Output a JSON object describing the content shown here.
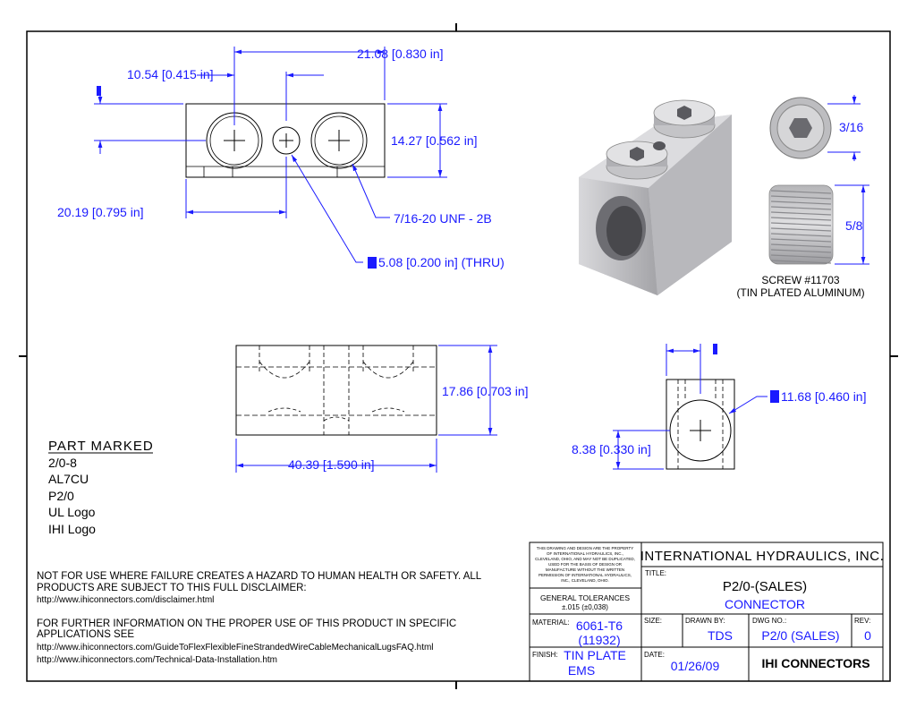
{
  "dimensions": {
    "top_width": "21.08 [0.830 in]",
    "hole_spacing": "10.54 [0.415 in]",
    "top_height": "14.27 [0.562 in]",
    "left_offset": "20.19 [0.795 in]",
    "thread": "7/16-20 UNF - 2B",
    "thru_hole": "5.08 [0.200 in] (THRU)",
    "front_height": "17.86 [0.703 in]",
    "front_length": "40.39 [1.590 in]",
    "bore_dia": "11.68 [0.460 in]",
    "bore_offset": "8.38 [0.330 in]",
    "screw_dia": "3/16",
    "screw_len": "5/8"
  },
  "screw": {
    "line1": "SCREW #11703",
    "line2": "(TIN PLATED ALUMINUM)"
  },
  "part_marked": {
    "heading": "PART MARKED",
    "lines": [
      "2/0-8",
      "AL7CU",
      "P2/0",
      "UL Logo",
      "IHI Logo"
    ]
  },
  "disclaimer": {
    "line1": "NOT FOR USE WHERE FAILURE CREATES A HAZARD TO HUMAN HEALTH OR SAFETY. ALL",
    "line2": "PRODUCTS ARE SUBJECT TO THIS FULL DISCLAIMER:",
    "url1": "http://www.ihiconnectors.com/disclaimer.html",
    "line3": "FOR FURTHER INFORMATION ON THE PROPER USE OF THIS PRODUCT IN SPECIFIC",
    "line4": "APPLICATIONS SEE",
    "url2": "http://www.ihiconnectors.com/GuideToFlexFlexibleFineStrandedWireCableMechanicalLugsFAQ.html",
    "url3": "http://www.ihiconnectors.com/Technical-Data-Installation.htm"
  },
  "title_block": {
    "proprietary": [
      "THIS DRAWING AND DESIGN ARE THE PROPERTY",
      "OF INTERNATIONAL HYDRAULICS, INC.,",
      "CLEVELAND, OHIO, AND MAY NOT BE DUPLICATED,",
      "USED FOR THE BASIS OF DESIGN OR",
      "MANUFACTURE WITHOUT THE WRITTEN",
      "PERMISSION OF INTERNATIONAL HYDRAULICS,",
      "INC., CLEVELAND, OHIO."
    ],
    "tolerances_label": "GENERAL TOLERANCES",
    "tolerances_value": "±.015 (±0,038)",
    "company": "INTERNATIONAL HYDRAULICS, INC.",
    "title_label": "TITLE:",
    "title": "P2/0-(SALES)",
    "subtitle": "CONNECTOR",
    "material_label": "MATERIAL:",
    "material": "6061-T6",
    "material_code": "(11932)",
    "size_label": "SIZE:",
    "drawn_label": "DRAWN BY:",
    "drawn_by": "TDS",
    "dwg_label": "DWG NO.:",
    "dwg_no": "P2/0 (SALES)",
    "rev_label": "REV:",
    "rev": "0",
    "finish_label": "FINISH:",
    "finish1": "TIN PLATE",
    "finish2": "EMS",
    "date_label": "DATE:",
    "date": "01/26/09",
    "logo": "IHI CONNECTORS"
  }
}
